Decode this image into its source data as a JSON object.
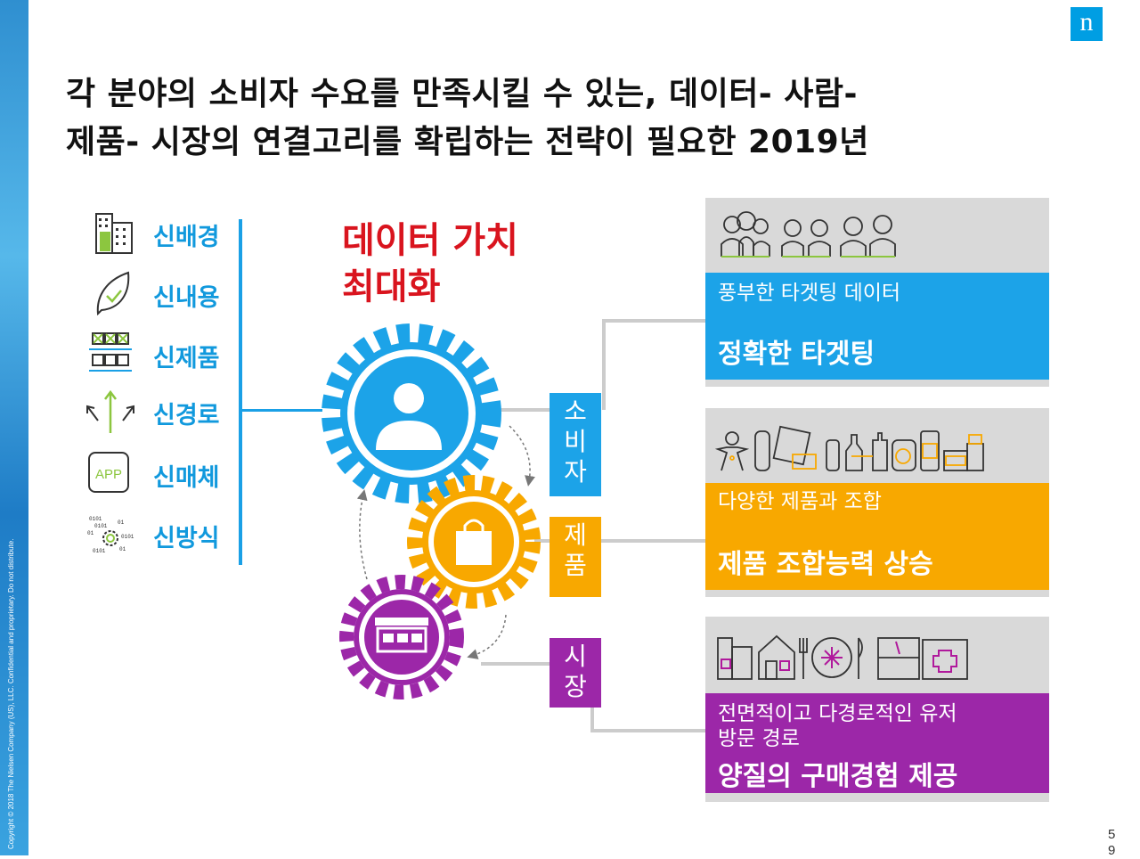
{
  "copyright": "Copyright © 2018 The Nielsen Company (US), LLC. Confidential and proprietary. Do not distribute.",
  "logo_letter": "n",
  "title": {
    "line1": "각 분야의 소비자 수요를 만족시킬 수 있는, 데이터- 사람-",
    "line2": "제품- 시장의 연결고리를 확립하는 전략이 필요한 2019년"
  },
  "new_items": [
    {
      "label": "신배경",
      "icon": "buildings-icon"
    },
    {
      "label": "신내용",
      "icon": "leaf-check-icon"
    },
    {
      "label": "신제품",
      "icon": "shelf-products-icon"
    },
    {
      "label": "신경로",
      "icon": "arrows-paths-icon"
    },
    {
      "label": "신매체",
      "icon": "app-icon"
    },
    {
      "label": "신방식",
      "icon": "gear-binary-icon"
    }
  ],
  "value_title": {
    "line1": "데이터 가치",
    "line2": "최대화"
  },
  "gears": [
    {
      "name": "consumer",
      "icon": "person-icon",
      "color": "#1ca3e8"
    },
    {
      "name": "product",
      "icon": "shopping-bag-icon",
      "color": "#f8a800"
    },
    {
      "name": "market",
      "icon": "store-icon",
      "color": "#9c27a8"
    }
  ],
  "vertical_labels": [
    {
      "chars": [
        "소",
        "비",
        "자"
      ],
      "color": "#1ca3e8"
    },
    {
      "chars": [
        "제",
        "품"
      ],
      "color": "#f8a800"
    },
    {
      "chars": [
        "시",
        "장"
      ],
      "color": "#9c27a8"
    }
  ],
  "panels": [
    {
      "sub": "풍부한 타겟팅 데이터",
      "main": "정확한 타겟팅",
      "color": "#1ca3e8",
      "icon": "people-group-icon"
    },
    {
      "sub": "다양한 제품과 조합",
      "main": "제품 조합능력 상승",
      "color": "#f8a800",
      "icon": "products-row-icon"
    },
    {
      "sub": "전면적이고 다경로적인 유저",
      "sub2": "방문 경로",
      "main": "양질의 구매경험 제공",
      "color": "#9c27a8",
      "icon": "stores-row-icon"
    }
  ],
  "page_number": {
    "d1": "5",
    "d2": "9"
  }
}
